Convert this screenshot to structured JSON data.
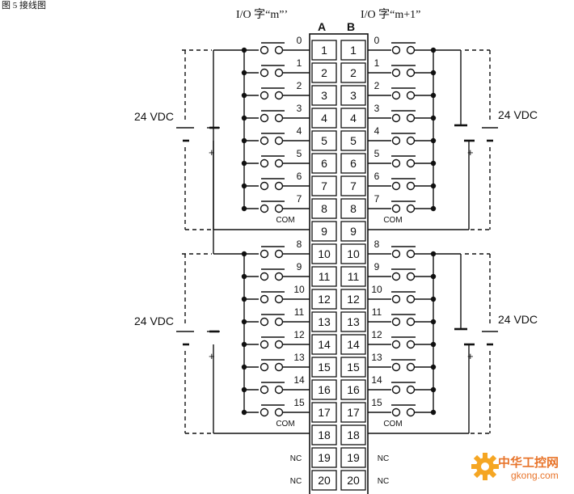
{
  "page_label": "图 5 接线图",
  "header": {
    "word_m": "I/O 字“m”’",
    "word_m1": "I/O 字“m+1”"
  },
  "columns": {
    "a": "A",
    "b": "B"
  },
  "terminals": [
    "1",
    "2",
    "3",
    "4",
    "5",
    "6",
    "7",
    "8",
    "9",
    "10",
    "11",
    "12",
    "13",
    "14",
    "15",
    "16",
    "17",
    "18",
    "19",
    "20"
  ],
  "groups": [
    {
      "inputs": [
        "0",
        "1",
        "2",
        "3",
        "4",
        "5",
        "6",
        "7"
      ],
      "com": "COM",
      "supply": "24 VDC"
    },
    {
      "inputs": [
        "8",
        "9",
        "10",
        "11",
        "12",
        "13",
        "14",
        "15"
      ],
      "com": "COM",
      "supply": "24 VDC"
    }
  ],
  "nc_label": "NC",
  "watermark": {
    "title": "中华工控网",
    "url": "gkong.com"
  }
}
